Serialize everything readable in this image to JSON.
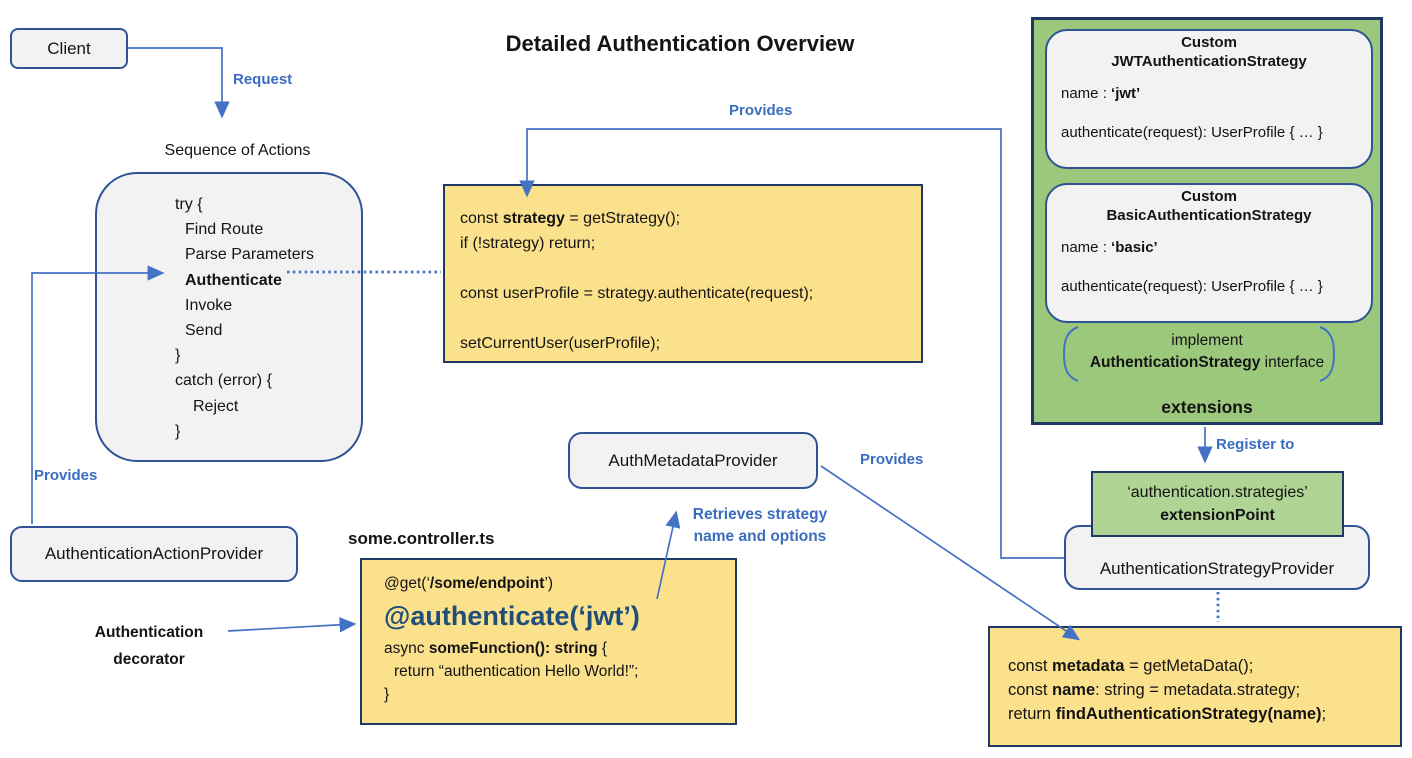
{
  "title": "Detailed Authentication Overview",
  "colors": {
    "line_blue": "#4472C4",
    "label_blue": "#3A6CC0",
    "dark_navy_border": "#1F3864",
    "gray_box_border": "#2F5496",
    "gray_fill": "#F2F2F2",
    "yellow_fill": "#FBE18C",
    "green_fill": "#9CC87C",
    "extension_point_green": "#AFD494",
    "authenticate_text": "#1F4E79"
  },
  "client": {
    "label": "Client"
  },
  "labels": {
    "request": "Request",
    "provides_top": "Provides",
    "provides_left": "Provides",
    "provides_mid": "Provides",
    "register_to": "Register to",
    "sequence_title": "Sequence of Actions",
    "extensions": "extensions",
    "controller_filename": "some.controller.ts"
  },
  "retrieves_label": {
    "lines": [
      [
        {
          "t": "Retrieves strategy"
        }
      ],
      [
        {
          "t": "name",
          "b": true
        },
        {
          "t": " and options"
        }
      ]
    ]
  },
  "decorator_label": {
    "line1": "Authentication",
    "line2": "decorator"
  },
  "sequence_box": {
    "lines": [
      {
        "in": 0,
        "seg": [
          {
            "t": "try {"
          }
        ]
      },
      {
        "in": 1,
        "seg": [
          {
            "t": "Find Route"
          }
        ]
      },
      {
        "in": 1,
        "seg": [
          {
            "t": "Parse Parameters"
          }
        ]
      },
      {
        "in": 1,
        "seg": [
          {
            "t": "Authenticate",
            "b": true
          }
        ]
      },
      {
        "in": 1,
        "seg": [
          {
            "t": "Invoke"
          }
        ]
      },
      {
        "in": 1,
        "seg": [
          {
            "t": "Send"
          }
        ]
      },
      {
        "in": 0,
        "seg": [
          {
            "t": "}"
          }
        ]
      },
      {
        "in": 0,
        "seg": [
          {
            "t": "catch (error) {"
          }
        ]
      },
      {
        "in": 2,
        "seg": [
          {
            "t": "Reject"
          }
        ]
      },
      {
        "in": 0,
        "seg": [
          {
            "t": "}"
          }
        ]
      }
    ]
  },
  "strategy_code": {
    "lines": [
      {
        "seg": [
          {
            "t": "const "
          },
          {
            "t": "strategy",
            "b": true
          },
          {
            "t": " = getStrategy();"
          }
        ]
      },
      {
        "seg": [
          {
            "t": "if (!strategy) return;"
          }
        ]
      },
      {
        "seg": []
      },
      {
        "seg": [
          {
            "t": "const userProfile = strategy.authenticate(request);"
          }
        ]
      },
      {
        "seg": []
      },
      {
        "seg": [
          {
            "t": "setCurrentUser(userProfile);"
          }
        ]
      }
    ]
  },
  "strategies_panel": {
    "jwt": {
      "title_line1": "Custom",
      "title_line2": "JWTAuthenticationStrategy",
      "name_line": [
        {
          "t": "name : "
        },
        {
          "t": "‘jwt’",
          "b": true
        }
      ],
      "auth_line": "authenticate(request): UserProfile { … }"
    },
    "basic": {
      "title_line1": "Custom",
      "title_line2": "BasicAuthenticationStrategy",
      "name_line": [
        {
          "t": "name : "
        },
        {
          "t": "‘basic’",
          "b": true
        }
      ],
      "auth_line": "authenticate(request): UserProfile { … }"
    },
    "implement_line1": "implement",
    "implement_line2": [
      {
        "t": "AuthenticationStrategy",
        "b": true
      },
      {
        "t": " interface"
      }
    ]
  },
  "extension_point": {
    "line1": "‘authentication.strategies’",
    "line2": "extensionPoint"
  },
  "strategy_provider": {
    "label": "AuthenticationStrategyProvider"
  },
  "action_provider": {
    "label": "AuthenticationActionProvider"
  },
  "metadata_provider": {
    "label": "AuthMetadataProvider"
  },
  "controller_code": {
    "line_get": [
      {
        "t": "@get(‘"
      },
      {
        "t": "/some/endpoint",
        "b": true
      },
      {
        "t": "’)"
      }
    ],
    "line_auth": "@authenticate(‘jwt’)",
    "line_async": [
      {
        "t": "async "
      },
      {
        "t": "someFunction(): string",
        "b": true
      },
      {
        "t": " {"
      }
    ],
    "line_return": [
      {
        "t": "return “authentication Hello World!”;"
      }
    ],
    "line_close": "}"
  },
  "provider_code": {
    "lines": [
      {
        "seg": [
          {
            "t": "const "
          },
          {
            "t": "metadata",
            "b": true
          },
          {
            "t": " = getMetaData();"
          }
        ]
      },
      {
        "seg": [
          {
            "t": "const "
          },
          {
            "t": "name",
            "b": true
          },
          {
            "t": ": string = metadata.strategy;"
          }
        ]
      },
      {
        "seg": [
          {
            "t": "return "
          },
          {
            "t": "findAuthenticationStrategy(name)",
            "b": true
          },
          {
            "t": ";"
          }
        ]
      }
    ]
  }
}
